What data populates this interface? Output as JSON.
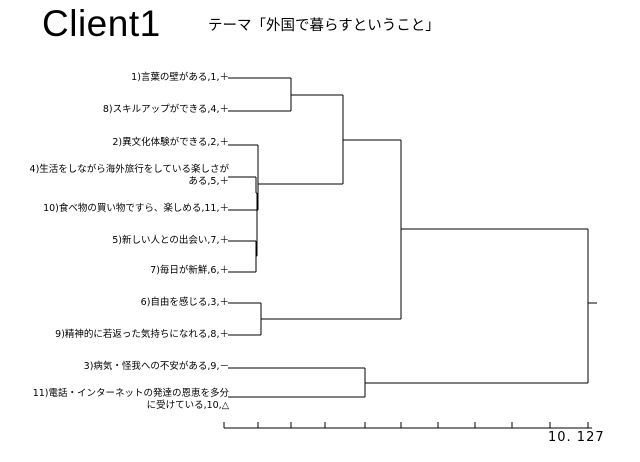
{
  "header": {
    "client_title": "Client1",
    "theme_title": "テーマ「外国で暮らすということ」"
  },
  "items": [
    {
      "lines": [
        "1)言葉の壁がある,1,＋"
      ]
    },
    {
      "lines": [
        "8)スキルアップができる,4,＋"
      ]
    },
    {
      "lines": [
        "2)異文化体験ができる,2,＋"
      ]
    },
    {
      "lines": [
        "4)生活をしながら海外旅行をしている楽しさが",
        "ある,5,＋"
      ]
    },
    {
      "lines": [
        "10)食べ物の買い物ですら、楽しめる,11,＋"
      ]
    },
    {
      "lines": [
        "5)新しい人との出会い,7,＋"
      ]
    },
    {
      "lines": [
        "7)毎日が新鮮,6,＋"
      ]
    },
    {
      "lines": [
        "6)自由を感じる,3,＋"
      ]
    },
    {
      "lines": [
        "9)精神的に若返った気持ちになれる,8,＋"
      ]
    },
    {
      "lines": [
        "3)病気・怪我への不安がある,9,－"
      ]
    },
    {
      "lines": [
        "11)電話・インターネットの発達の恩恵を多分",
        "に受けている,10,△"
      ]
    }
  ],
  "scale": {
    "max_label": "10. 127",
    "max_value": 10.127
  }
}
